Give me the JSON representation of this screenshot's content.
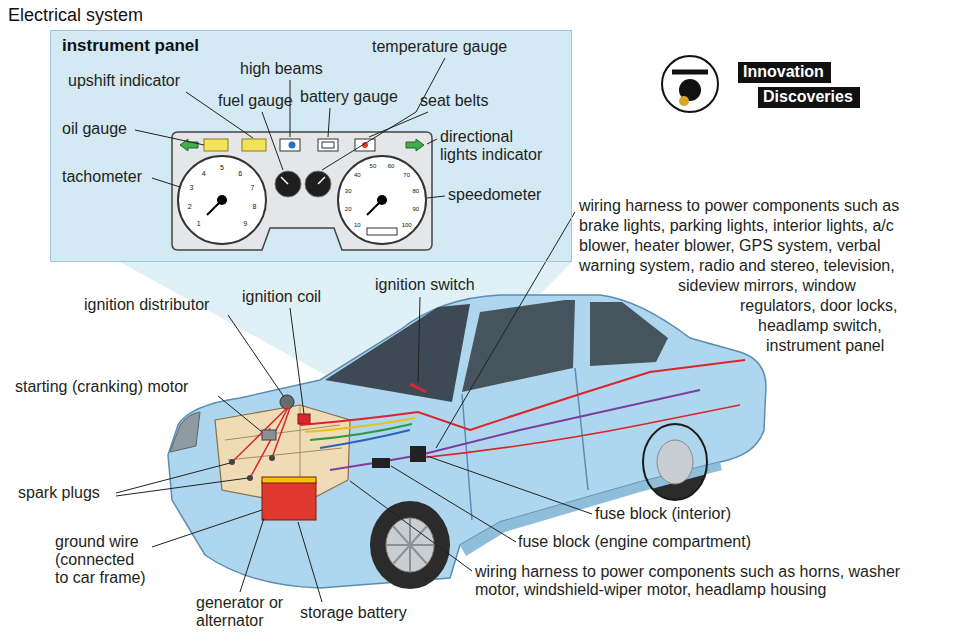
{
  "diagram": {
    "title": "Electrical system",
    "nodes": [
      {
        "text": [
          "instrument panel"
        ]
      },
      {
        "text": [
          "Innovation"
        ]
      },
      {
        "text": [
          "Discoveries"
        ]
      }
    ],
    "labels": [
      "temperature gauge",
      "high beams",
      "upshift indicator",
      "fuel gauge",
      "battery gauge",
      "seat belts",
      "oil gauge",
      "directional lights indicator",
      "tachometer",
      "speedometer",
      "1",
      "2",
      "3",
      "4",
      "5",
      "6",
      "7",
      "8",
      "9",
      "10",
      "20",
      "30",
      "40",
      "50",
      "60",
      "70",
      "80",
      "90",
      "100",
      "wiring harness to power components such as brake lights, parking lights, interior lights, a/c blower, heater blower, GPS system, verbal warning system, radio and stereo, television, sideview mirrors, window regulators, door locks, headlamp switch, instrument panel",
      "ignition switch",
      "ignition coil",
      "ignition distributor",
      "starting (cranking) motor",
      "spark plugs",
      "ground wire (connected to car frame)",
      "generator or alternator",
      "storage battery",
      "fuse block (interior)",
      "fuse block (engine compartment)",
      "wiring harness to power components such as horns, washer motor, windshield-wiper motor, headlamp housing"
    ]
  }
}
